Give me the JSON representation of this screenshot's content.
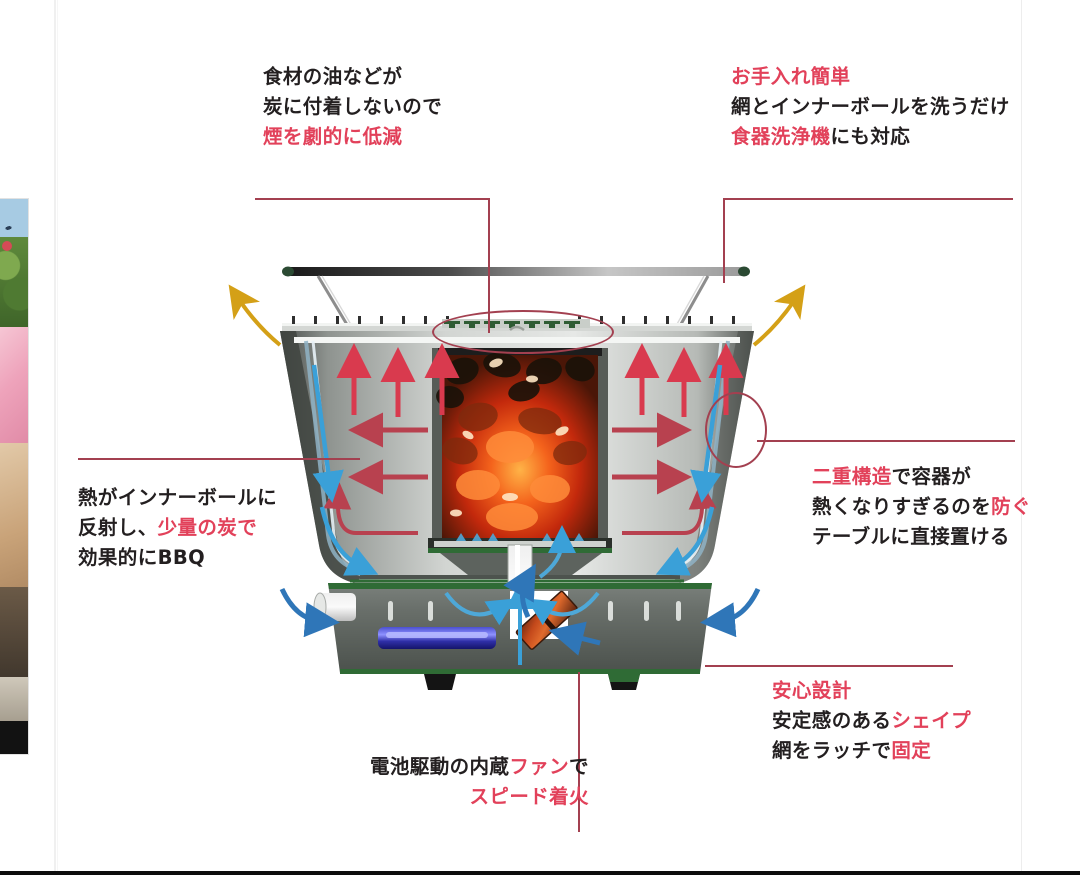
{
  "page": {
    "title": "BBQ Grill Feature Diagram",
    "background_color": "#ffffff",
    "accent_red": "#e2415a",
    "leader_line_color": "#a34050",
    "hot_air_arrow_color": "#d93a4e",
    "cool_air_arrow_color": "#3aa0d8",
    "smoke_arrow_color": "#d4a017"
  },
  "annotations": {
    "top_left": {
      "id": "smoke-reduction",
      "lines": [
        {
          "segments": [
            {
              "text": "食材の油などが",
              "color": "black"
            }
          ]
        },
        {
          "segments": [
            {
              "text": "炭に付着しないので",
              "color": "black"
            }
          ]
        },
        {
          "segments": [
            {
              "text": "煙を劇的に低減",
              "color": "red"
            }
          ]
        }
      ]
    },
    "top_right": {
      "id": "easy-cleaning",
      "lines": [
        {
          "segments": [
            {
              "text": "お手入れ簡単",
              "color": "red"
            }
          ]
        },
        {
          "segments": [
            {
              "text": "網とインナーボールを洗うだけ",
              "color": "black"
            }
          ]
        },
        {
          "segments": [
            {
              "text": "食器洗浄機",
              "color": "red"
            },
            {
              "text": "にも対応",
              "color": "black"
            }
          ]
        }
      ]
    },
    "left": {
      "id": "inner-bowl-reflection",
      "lines": [
        {
          "segments": [
            {
              "text": "熱がインナーボールに",
              "color": "black"
            }
          ]
        },
        {
          "segments": [
            {
              "text": "反射し、",
              "color": "black"
            },
            {
              "text": "少量の炭で",
              "color": "red"
            }
          ]
        },
        {
          "segments": [
            {
              "text": "効果的にBBQ",
              "color": "black"
            }
          ]
        }
      ]
    },
    "right": {
      "id": "double-wall-construction",
      "lines": [
        {
          "segments": [
            {
              "text": "二重構造",
              "color": "red"
            },
            {
              "text": "で容器が",
              "color": "black"
            }
          ]
        },
        {
          "segments": [
            {
              "text": "熱くなりすぎるのを",
              "color": "black"
            },
            {
              "text": "防ぐ",
              "color": "red"
            }
          ]
        },
        {
          "segments": [
            {
              "text": "テーブルに直接置ける",
              "color": "black"
            }
          ]
        }
      ]
    },
    "bottom_right": {
      "id": "stable-design",
      "lines": [
        {
          "segments": [
            {
              "text": "安心設計",
              "color": "red"
            }
          ]
        },
        {
          "segments": [
            {
              "text": "安定感のある",
              "color": "black"
            },
            {
              "text": "シェイプ",
              "color": "red"
            }
          ]
        },
        {
          "segments": [
            {
              "text": "網をラッチで",
              "color": "black"
            },
            {
              "text": "固定",
              "color": "red"
            }
          ]
        }
      ]
    },
    "bottom_center": {
      "id": "battery-fan-ignition",
      "lines": [
        {
          "segments": [
            {
              "text": "電池駆動の内蔵",
              "color": "black"
            },
            {
              "text": "ファン",
              "color": "red"
            },
            {
              "text": "で",
              "color": "black"
            }
          ]
        },
        {
          "segments": [
            {
              "text": "スピード着火",
              "color": "red"
            }
          ]
        }
      ]
    }
  },
  "diagram": {
    "name": "cutaway-bbq-grill",
    "parts": [
      {
        "name": "lid-handle-bar",
        "label": ""
      },
      {
        "name": "grill-grate",
        "label": ""
      },
      {
        "name": "outer-bowl",
        "label": ""
      },
      {
        "name": "inner-charcoal-bowl",
        "label": ""
      },
      {
        "name": "glowing-charcoal",
        "label": ""
      },
      {
        "name": "air-duct-tube",
        "label": ""
      },
      {
        "name": "battery-pack",
        "label": ""
      },
      {
        "name": "electric-fan",
        "label": ""
      },
      {
        "name": "intake-vent",
        "label": ""
      },
      {
        "name": "base-feet",
        "label": ""
      }
    ],
    "callout_circles": [
      {
        "name": "grate-latch-circle"
      },
      {
        "name": "double-wall-circle"
      }
    ]
  }
}
